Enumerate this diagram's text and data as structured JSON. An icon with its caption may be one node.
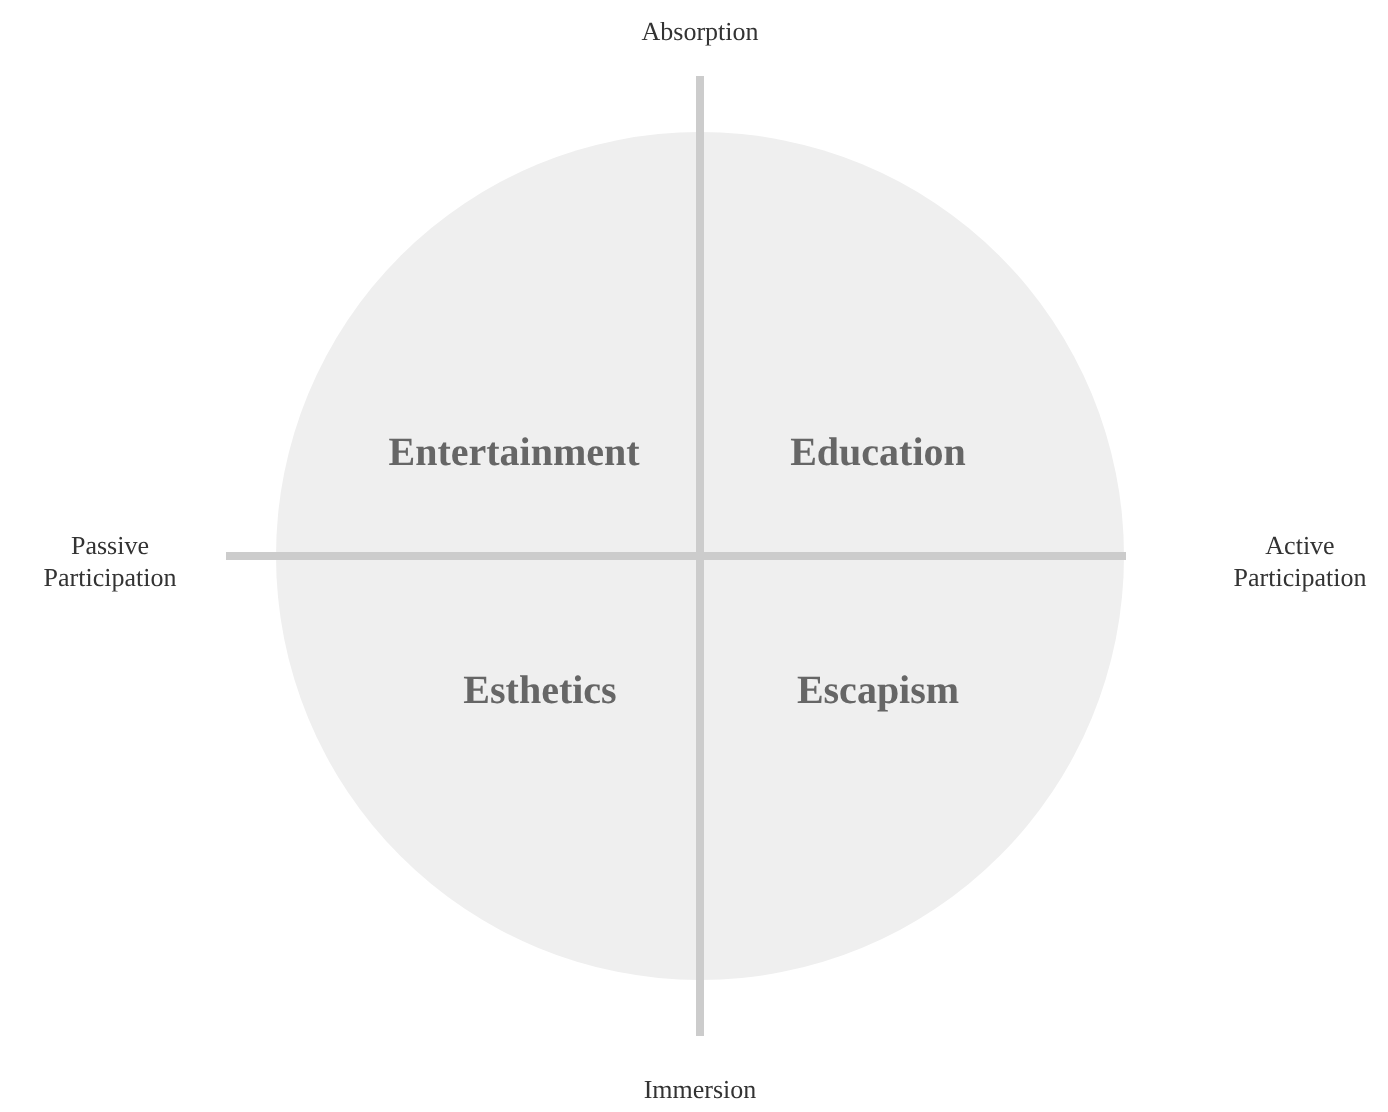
{
  "diagram": {
    "nodes": [
      {
        "text": [
          "Entertainment",
          "Education",
          "Esthetics",
          "Escapism"
        ]
      }
    ],
    "labels": [
      "Absorption",
      "Passive Participation",
      "Active Participation",
      "Immersion"
    ]
  }
}
